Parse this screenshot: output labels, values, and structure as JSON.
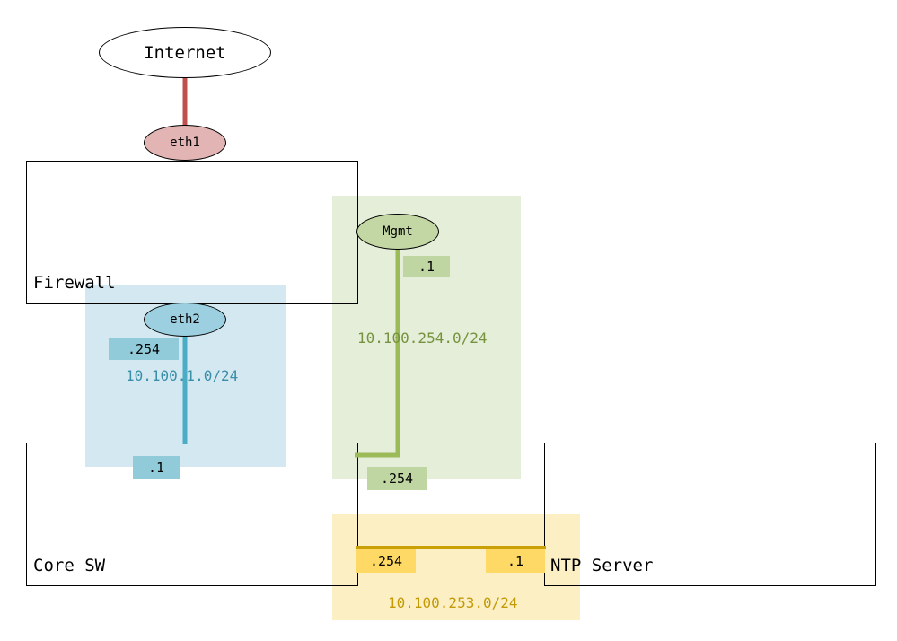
{
  "colors": {
    "blue_zone": "#d3e8f0",
    "green_zone": "#e5eed9",
    "yellow_zone": "#fdefc4",
    "internet_link": "#c0504d",
    "blue_link": "#4bacc6",
    "green_link": "#9bbb59",
    "yellow_link": "#c9a006",
    "eth1_fill": "#e3b4b4",
    "eth2_fill": "#9ccfdf",
    "mgmt_fill": "#c3d7a4",
    "blue_tag": "#91cad9",
    "green_tag": "#bfd6a2",
    "yellow_tag": "#fed966",
    "blue_text": "#3a8fa8",
    "green_text": "#76923c",
    "yellow_text": "#c29a06"
  },
  "nodes": {
    "internet": "Internet",
    "firewall": "Firewall",
    "core_sw": "Core SW",
    "ntp_server": "NTP Server"
  },
  "interfaces": {
    "eth1": "eth1",
    "eth2": "eth2",
    "mgmt": "Mgmt"
  },
  "subnets": {
    "inside": "10.100.1.0/24",
    "mgmt": "10.100.254.0/24",
    "ntp": "10.100.253.0/24"
  },
  "addresses": {
    "eth2_fw": ".254",
    "core_inside": ".1",
    "mgmt_fw": ".1",
    "core_mgmt": ".254",
    "core_ntp": ".254",
    "ntp_host": ".1"
  }
}
